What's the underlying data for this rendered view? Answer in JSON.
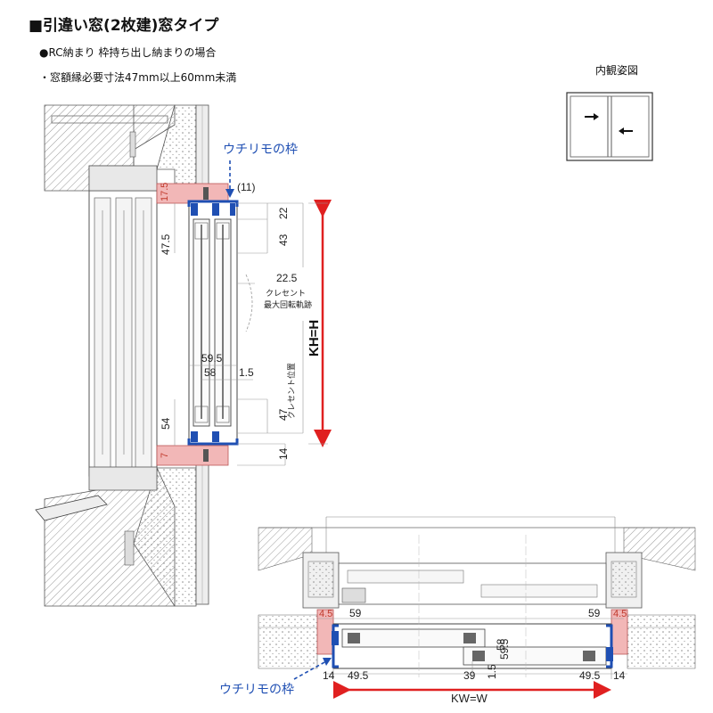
{
  "header": {
    "title": "■引違い窓(2枚建)窓タイプ",
    "note1": "●RC納まり 枠持ち出し納まりの場合",
    "note2": "・窓額縁必要寸法47mm以上60mm未満"
  },
  "view_label": "内観姿図",
  "callouts": {
    "uchirimo_top": "ウチリモの枠",
    "uchirimo_bottom": "ウチリモの枠"
  },
  "vertical_section": {
    "dims": {
      "d175": "17.5",
      "d11": "(11)",
      "d22": "22",
      "d43": "43",
      "d475": "47.5",
      "d225": "22.5",
      "d595": "59.5",
      "d58": "58",
      "d15": "1.5",
      "d54": "54",
      "d47": "47",
      "d7": "7",
      "d14": "14"
    },
    "crescent_orbit": [
      "クレセント",
      "最大回転軌跡"
    ],
    "crescent_position": "クレセント位置",
    "kh_label": "KH=H"
  },
  "horizontal_section": {
    "dims": {
      "left45": "4.5",
      "left59": "59",
      "right59": "59",
      "right45": "4.5",
      "d58": "58",
      "d595": "59.5",
      "d15": "1.5",
      "d39": "39",
      "left14": "14",
      "left495": "49.5",
      "right495": "49.5",
      "right14": "14"
    },
    "kw_label": "KW=W"
  },
  "colors": {
    "accent_red": "#e02020",
    "frame_blue": "#1f4fb3",
    "pink_fill": "#f2b7b7",
    "hatch_gray": "#9a9a9a"
  }
}
